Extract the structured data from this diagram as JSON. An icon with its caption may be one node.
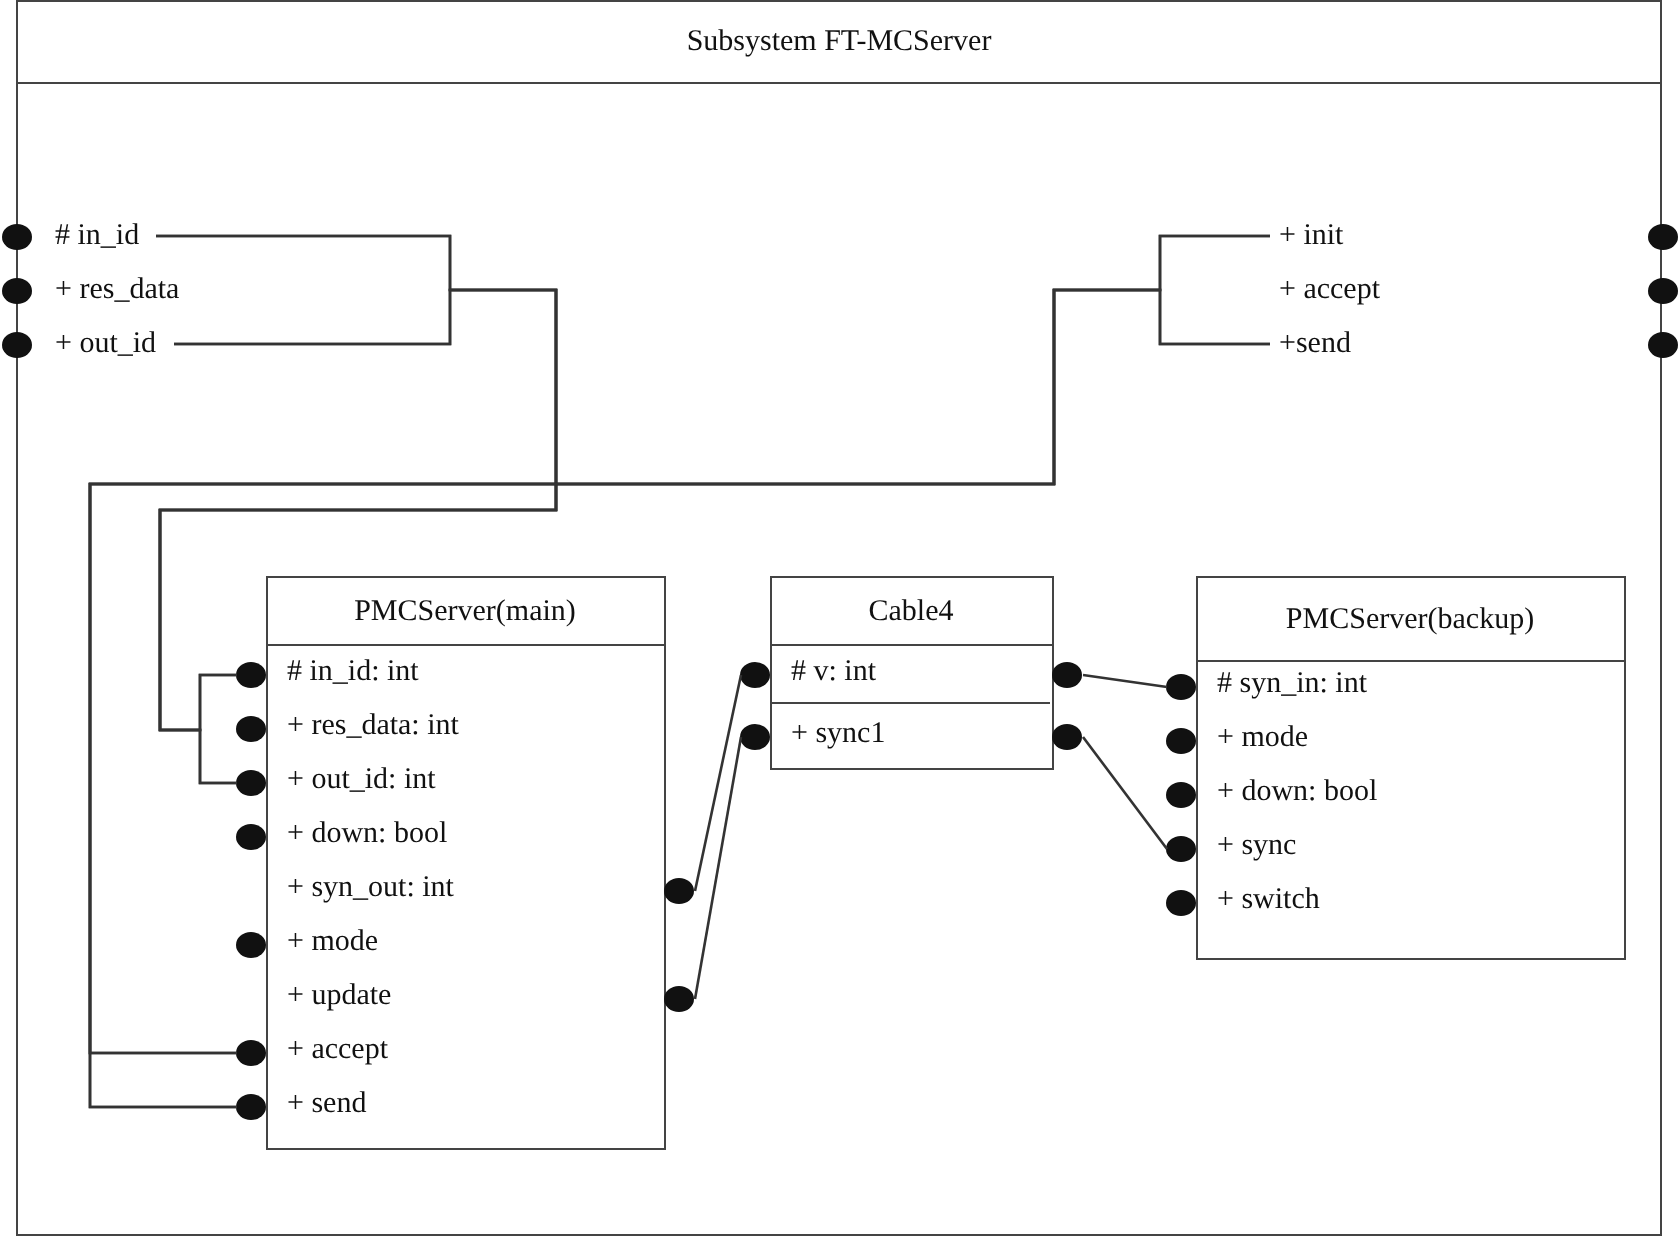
{
  "diagram": {
    "nodes": [
      {
        "text": [
          "Subsystem FT-MCServer"
        ]
      },
      {
        "text": [
          "# in_id"
        ],
        "in": 0
      },
      {
        "text": [
          "+ res_data"
        ],
        "in": 0
      },
      {
        "text": [
          "+ out_id"
        ],
        "in": 0
      },
      {
        "text": [
          "+ init"
        ],
        "in": 0
      },
      {
        "text": [
          "+ accept"
        ],
        "in": 0
      },
      {
        "text": [
          "+send"
        ],
        "in": 0
      },
      {
        "text": [
          "PMCServer(main)"
        ],
        "in": 0
      },
      {
        "text": [
          "# in_id: int"
        ],
        "in": 7
      },
      {
        "text": [
          "+ res_data: int"
        ],
        "in": 7
      },
      {
        "text": [
          "+ out_id: int"
        ],
        "in": 7
      },
      {
        "text": [
          "+ down: bool"
        ],
        "in": 7
      },
      {
        "text": [
          "+ syn_out: int"
        ],
        "in": 7
      },
      {
        "text": [
          "+ mode"
        ],
        "in": 7
      },
      {
        "text": [
          "+ update"
        ],
        "in": 7
      },
      {
        "text": [
          "+ accept"
        ],
        "in": 7
      },
      {
        "text": [
          "+ send"
        ],
        "in": 7
      },
      {
        "text": [
          "Cable4"
        ],
        "in": 0
      },
      {
        "text": [
          "# v: int"
        ],
        "in": 17
      },
      {
        "text": [
          "+ sync1"
        ],
        "in": 17
      },
      {
        "text": [
          "PMCServer(backup)"
        ],
        "in": 0
      },
      {
        "text": [
          "# syn_in: int"
        ],
        "in": 20
      },
      {
        "text": [
          "+ mode"
        ],
        "in": 20
      },
      {
        "text": [
          "+ down: bool"
        ],
        "in": 20
      },
      {
        "text": [
          "+ sync"
        ],
        "in": 20
      },
      {
        "text": [
          "+ switch"
        ],
        "in": 20
      },
      {
        "text": [],
        "shape": "circle"
      },
      {
        "text": [],
        "shape": "circle"
      },
      {
        "text": [],
        "shape": "circle"
      },
      {
        "text": [],
        "shape": "circle"
      },
      {
        "text": [],
        "shape": "circle"
      },
      {
        "text": [],
        "shape": "circle"
      },
      {
        "text": [],
        "shape": "circle",
        "in": 0
      },
      {
        "text": [],
        "shape": "circle",
        "in": 0
      },
      {
        "text": [],
        "shape": "circle",
        "in": 0
      },
      {
        "text": [],
        "shape": "circle",
        "in": 0
      },
      {
        "text": [],
        "shape": "circle",
        "in": 0
      },
      {
        "text": [],
        "shape": "circle",
        "in": 0
      },
      {
        "text": [],
        "shape": "circle",
        "in": 0
      },
      {
        "text": [],
        "shape": "circle",
        "in": 0
      },
      {
        "text": [],
        "shape": "circle",
        "in": 0
      },
      {
        "text": [],
        "shape": "circle",
        "in": 0
      },
      {
        "text": [],
        "shape": "circle",
        "in": 0
      },
      {
        "text": [],
        "shape": "circle",
        "in": 0
      },
      {
        "text": [],
        "shape": "circle",
        "in": 0
      },
      {
        "text": [],
        "shape": "circle",
        "in": 0
      },
      {
        "text": [],
        "shape": "circle",
        "in": 0
      },
      {
        "text": [],
        "shape": "circle",
        "in": 0
      },
      {
        "text": [],
        "shape": "circle",
        "in": 0
      },
      {
        "text": [],
        "shape": "circle",
        "in": 0
      }
    ],
    "edges": [
      {
        "from": 1,
        "to": 32,
        "arrow": "none"
      },
      {
        "from": 1,
        "to": 34,
        "arrow": "none"
      },
      {
        "from": 3,
        "to": 32,
        "arrow": "none"
      },
      {
        "from": 3,
        "to": 34,
        "arrow": "none"
      },
      {
        "from": 4,
        "to": 37,
        "arrow": "none"
      },
      {
        "from": 4,
        "to": 38,
        "arrow": "none"
      },
      {
        "from": 6,
        "to": 37,
        "arrow": "none"
      },
      {
        "from": 6,
        "to": 38,
        "arrow": "none"
      },
      {
        "from": 39,
        "to": 41,
        "arrow": "none"
      },
      {
        "from": 40,
        "to": 42,
        "arrow": "none"
      },
      {
        "from": 43,
        "to": 45,
        "arrow": "none"
      },
      {
        "from": 44,
        "to": 48,
        "arrow": "none"
      }
    ]
  }
}
